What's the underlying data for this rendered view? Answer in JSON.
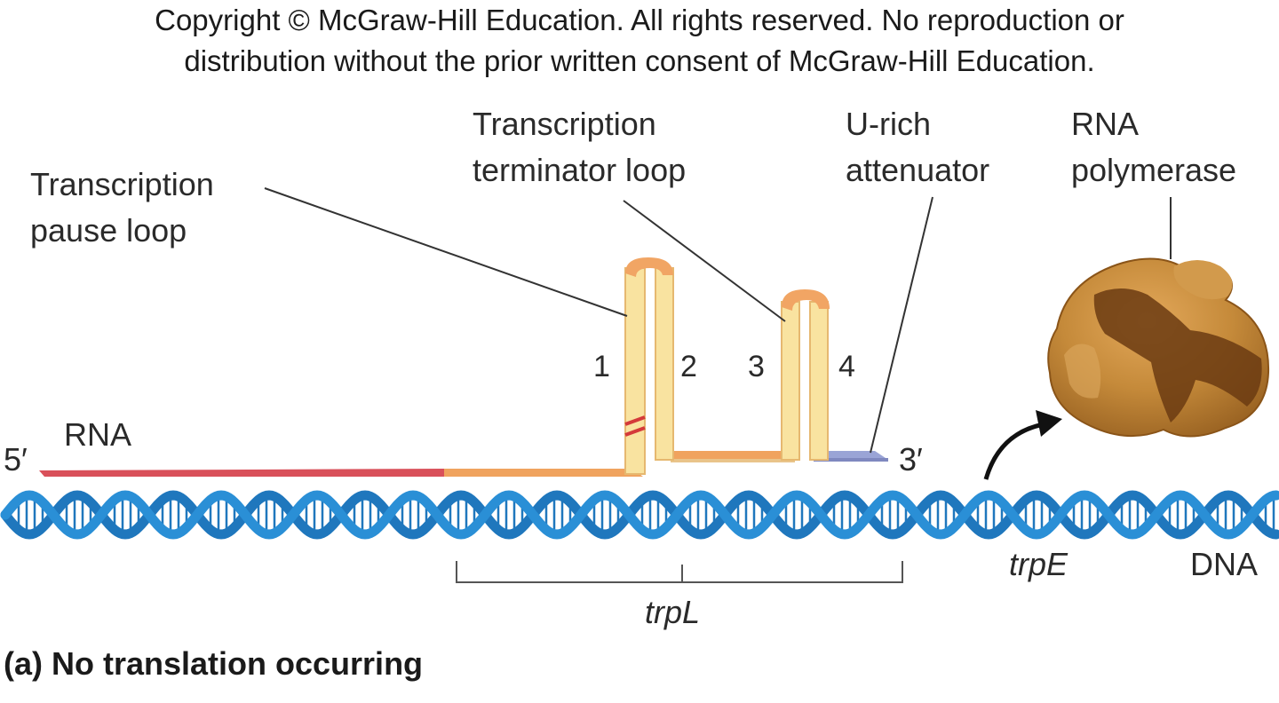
{
  "copyright": {
    "line1": "Copyright © McGraw-Hill Education.  All rights reserved. No reproduction or",
    "line2": "distribution without the prior written consent of McGraw-Hill Education."
  },
  "labels": {
    "pause_loop": [
      "Transcription",
      "pause loop"
    ],
    "terminator_loop": [
      "Transcription",
      "terminator loop"
    ],
    "attenuator": [
      "U-rich",
      "attenuator"
    ],
    "polymerase": [
      "RNA",
      "polymerase"
    ],
    "five_prime": "5′",
    "rna": "RNA",
    "three_prime": "3′",
    "trpE": "trpE",
    "dna": "DNA",
    "trpL": "trpL"
  },
  "regions": [
    "1",
    "2",
    "3",
    "4"
  ],
  "caption": "(a) No translation occurring",
  "colors": {
    "dna_blue": "#1f77bd",
    "rna_red": "#d9505a",
    "rna_orange": "#f0a35e",
    "loop_cream": "#f9e3a0",
    "loop_tip": "#f1a564",
    "attenuator_blue": "#9aa4d6",
    "polymerase_light": "#c98d3c",
    "polymerase_dark": "#6b3b12"
  },
  "icons": [
    "curved-arrow-icon"
  ]
}
